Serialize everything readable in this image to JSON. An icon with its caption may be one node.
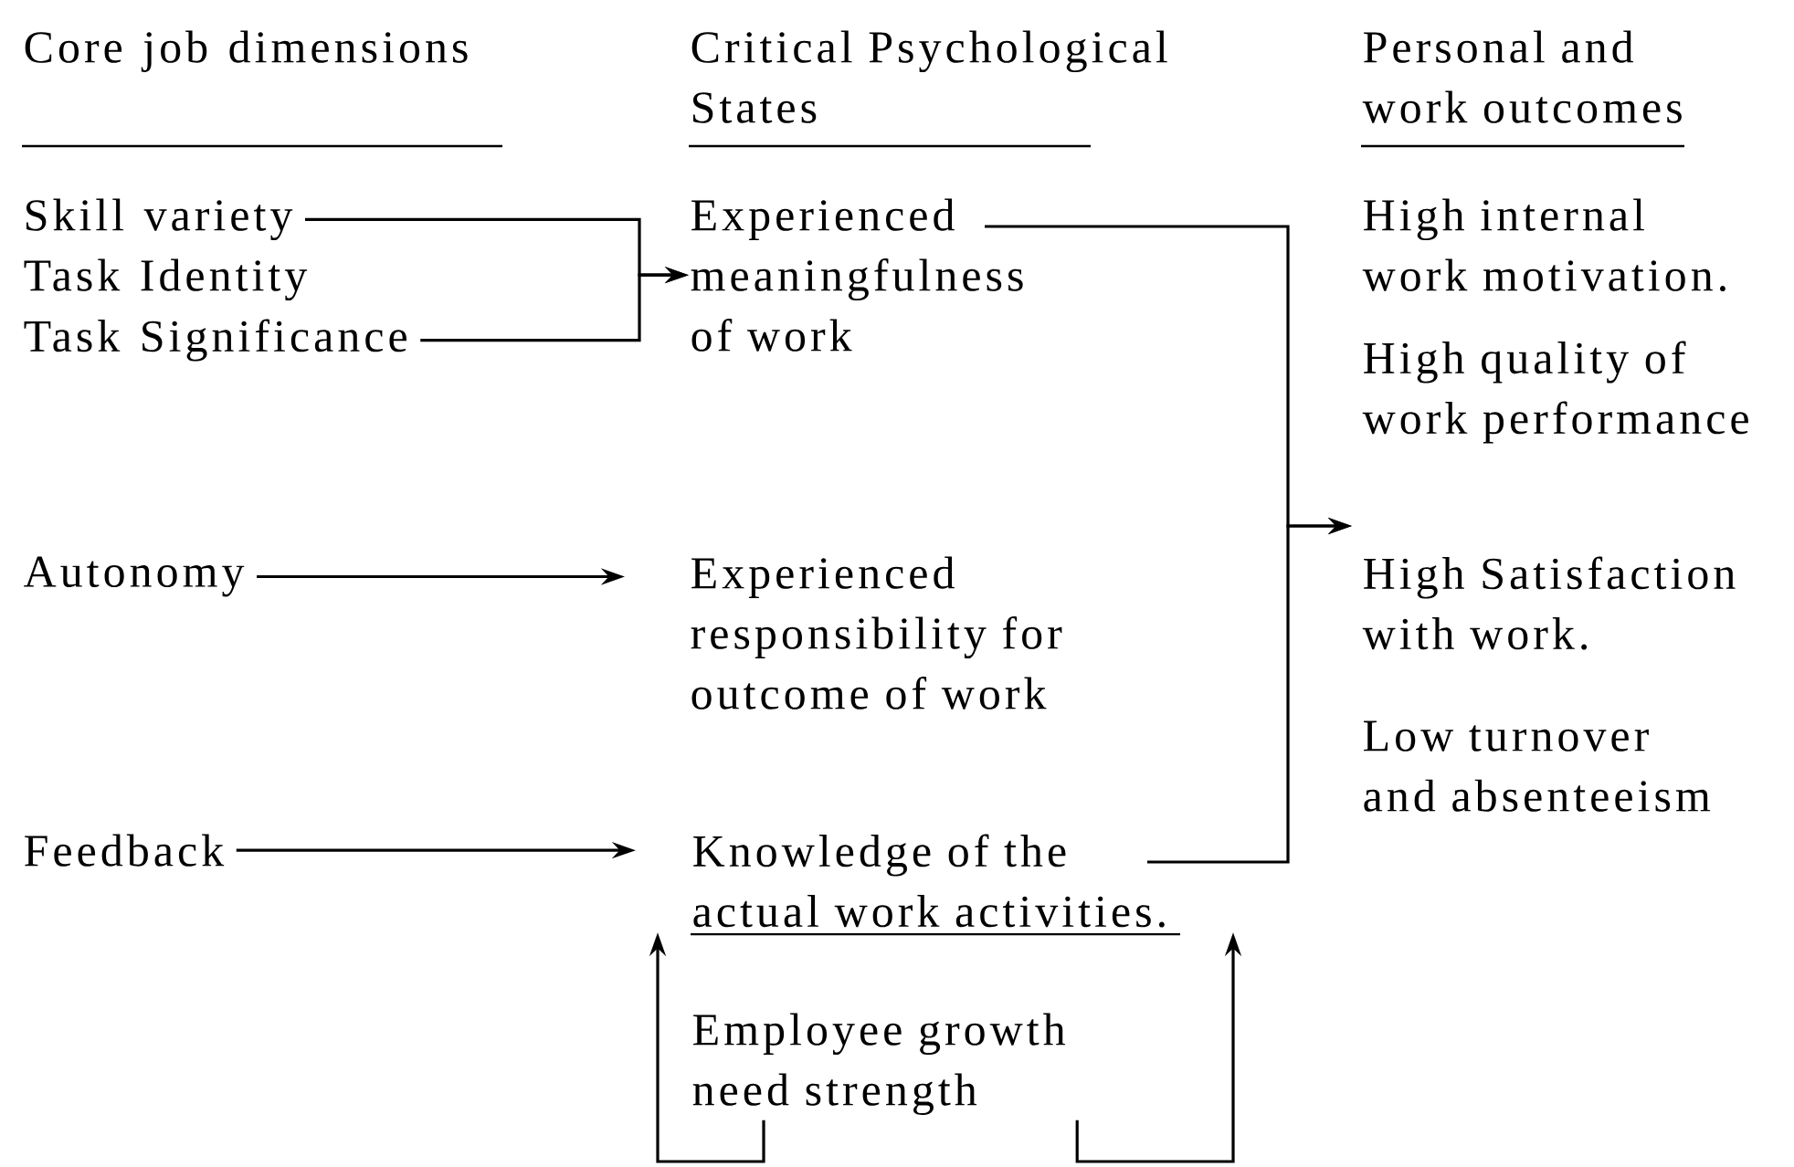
{
  "diagram": {
    "nodes": [
      {
        "text": [
          "Skill variety"
        ]
      },
      {
        "text": [
          "Task Identity"
        ]
      },
      {
        "text": [
          "Task Significance"
        ]
      },
      {
        "text": [
          "Autonomy"
        ]
      },
      {
        "text": [
          "Feedback"
        ]
      },
      {
        "text": [
          "Experienced meaningfulness of work"
        ]
      },
      {
        "text": [
          "Experienced responsibility for outcome of work"
        ]
      },
      {
        "text": [
          "Knowledge of the actual work activities."
        ]
      },
      {
        "text": [
          "Employee growth need strength"
        ]
      },
      {
        "text": [
          "High internal work motivation."
        ]
      },
      {
        "text": [
          "High quality of work performance"
        ]
      },
      {
        "text": [
          "High Satisfaction with work."
        ]
      },
      {
        "text": [
          "Low turnover and absenteeism"
        ]
      }
    ],
    "edges": [
      {
        "from": 0,
        "to": 5,
        "arrow": "to"
      },
      {
        "from": 2,
        "to": 5,
        "arrow": "to"
      },
      {
        "from": 3,
        "to": 6,
        "arrow": "to"
      },
      {
        "from": 4,
        "to": 7,
        "arrow": "to"
      },
      {
        "from": 5,
        "to": 11,
        "arrow": "to"
      },
      {
        "from": 7,
        "to": 11,
        "arrow": "to"
      },
      {
        "from": 8,
        "to": 7,
        "arrow": "to"
      },
      {
        "from": 8,
        "to": 7,
        "arrow": "to"
      }
    ],
    "labels": [
      "Core job dimensions",
      "Critical Psychological States",
      "Personal and work outcomes"
    ]
  }
}
